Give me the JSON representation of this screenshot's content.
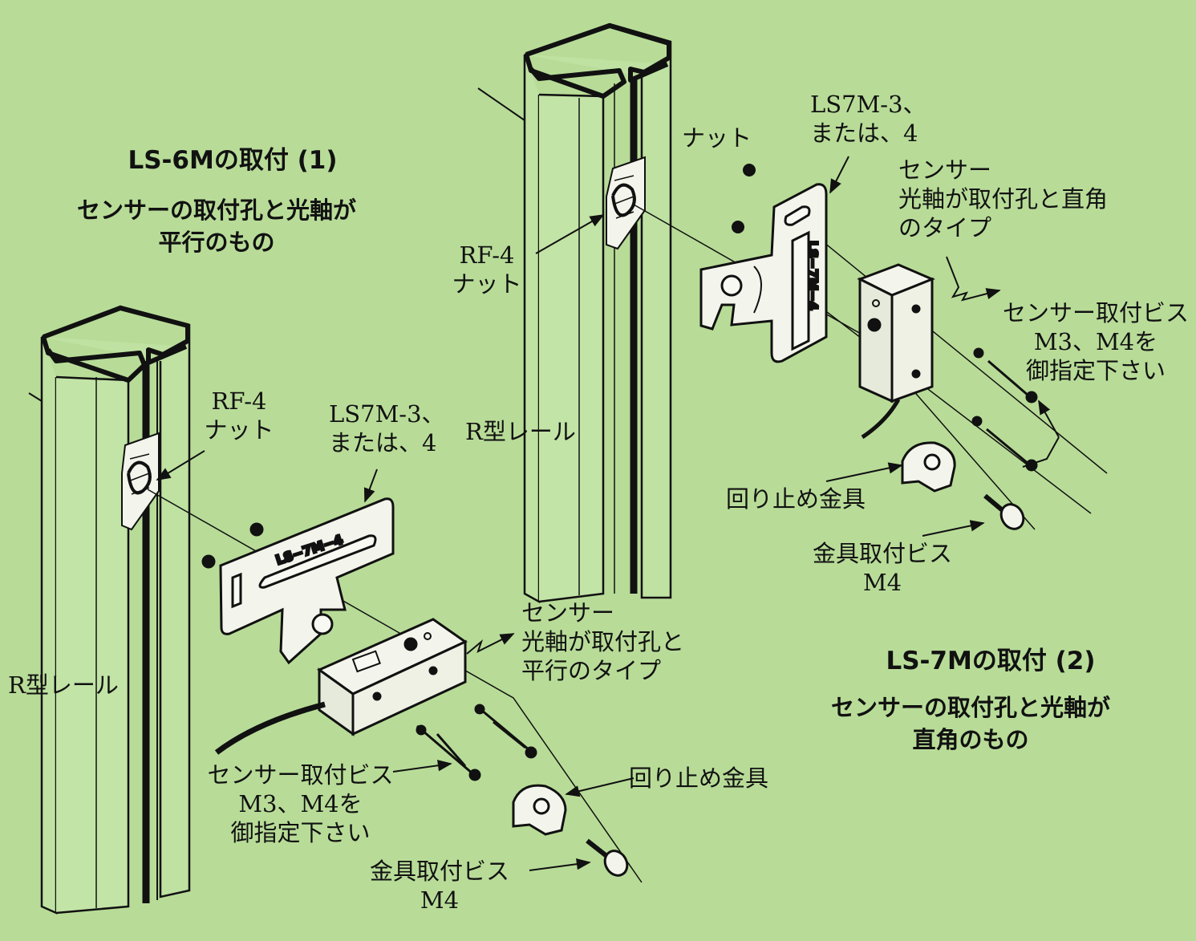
{
  "left": {
    "title": "LS-6Mの取付 (1)",
    "subtitle": "センサーの取付孔と光軸が\n平行のもの",
    "rf4_nut": "RF-4\nナット",
    "bracket": "LS7M-3、\nまたは、4",
    "bracket_stamp": "LS−7M−4",
    "sensor": "センサー\n光軸が取付孔と\n平行のタイプ",
    "rail": "R型レール",
    "sensor_screw": "センサー取付ビス\nM3、M4を\n御指定下さい",
    "stopper": "回り止め金具",
    "fitting_screw": "金具取付ビス\nM4"
  },
  "right": {
    "title": "LS-7Mの取付 (2)",
    "subtitle": "センサーの取付孔と光軸が\n直角のもの",
    "nut": "ナット",
    "bracket": "LS7M-3、\nまたは、4",
    "bracket_stamp": "LS−7M−4",
    "sensor": "センサー\n光軸が取付孔と直角\nのタイプ",
    "rf4_nut": "RF-4\nナット",
    "rail": "R型レール",
    "sensor_screw": "センサー取付ビス\nM3、M4を\n御指定下さい",
    "stopper": "回り止め金具",
    "fitting_screw": "金具取付ビス\nM4"
  },
  "colors": {
    "background": "#b8dc98",
    "rail": "#bfe2a2",
    "metal": "#f3f5ec",
    "ink": "#111111"
  }
}
